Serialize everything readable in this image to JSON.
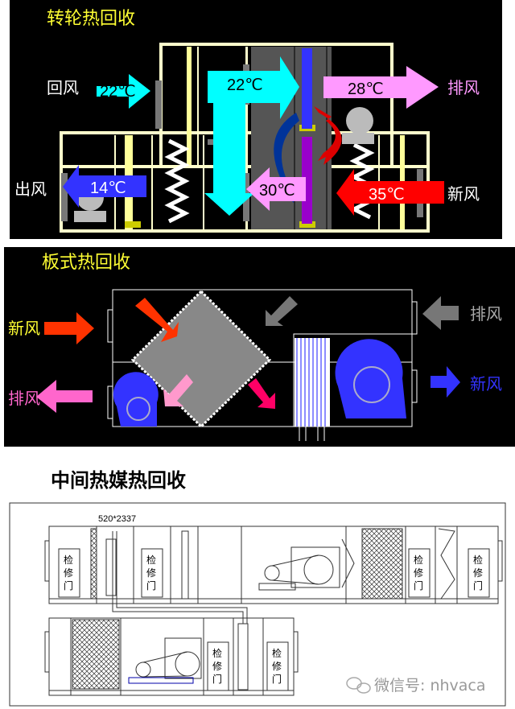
{
  "panel1": {
    "title": "转轮热回收",
    "labels": {
      "return_air": "回风",
      "exhaust_air": "排风",
      "supply_air": "出风",
      "fresh_air": "新风"
    },
    "temps": {
      "return_in": "22℃",
      "return_inside": "22℃",
      "exhaust": "28℃",
      "supply": "14℃",
      "after_wheel": "30℃",
      "fresh": "35℃"
    }
  },
  "panel2": {
    "title": "板式热回收",
    "labels": {
      "fresh_in": "新风",
      "exhaust_in": "排风",
      "exhaust_out": "排风",
      "fresh_out": "新风"
    }
  },
  "panel3": {
    "title": "中间热媒热回收",
    "dimension": "520*2337",
    "door_label": [
      "检",
      "修",
      "门"
    ],
    "watermark": "微信号: nhvaca"
  },
  "colors": {
    "title_yellow": "#ffff33",
    "cyan": "#00ffff",
    "pink": "#ff99ff",
    "red": "#ff0000",
    "blue": "#3333ff",
    "purple": "#9900cc"
  }
}
